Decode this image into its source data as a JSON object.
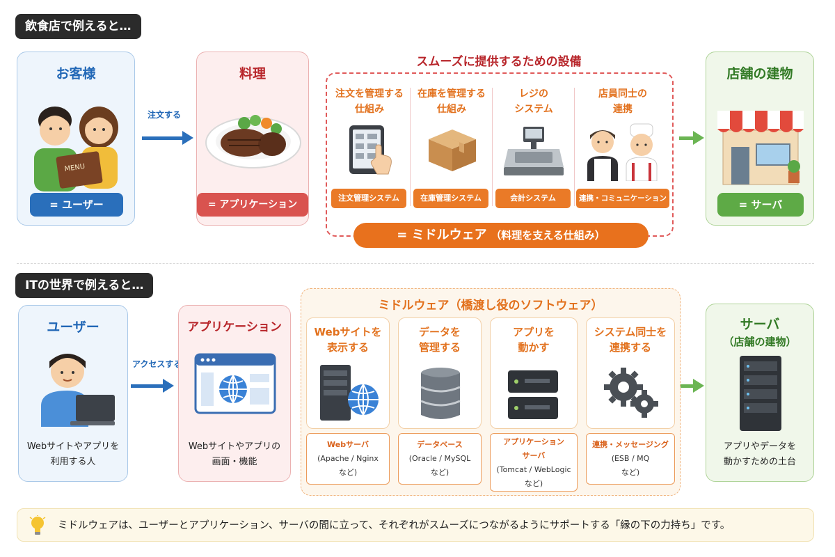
{
  "top": {
    "section_label": "飲食店で例えると…",
    "customer": {
      "title": "お客様",
      "pill": "= ユーザー",
      "menu_text": "MENU"
    },
    "order_label": "注文する",
    "dish": {
      "title": "料理",
      "pill": "= アプリケーション"
    },
    "facility": {
      "title": "スムーズに提供するための設備",
      "items": [
        {
          "title_l1": "注文を管理する",
          "title_l2": "仕組み",
          "tag": "注文管理システム"
        },
        {
          "title_l1": "在庫を管理する",
          "title_l2": "仕組み",
          "tag": "在庫管理システム"
        },
        {
          "title_l1": "レジの",
          "title_l2": "システム",
          "tag": "会計システム"
        },
        {
          "title_l1": "店員同士の",
          "title_l2": "連携",
          "tag": "連携・コミュニケーション"
        }
      ],
      "banner": "= ミドルウェア",
      "banner_sub": "（料理を支える仕組み）"
    },
    "building": {
      "title": "店舗の建物",
      "pill": "= サーバ"
    }
  },
  "bottom": {
    "section_label": "ITの世界で例えると…",
    "user": {
      "title": "ユーザー",
      "desc_l1": "Webサイトやアプリを",
      "desc_l2": "利用する人"
    },
    "access_label": "アクセスする",
    "app": {
      "title": "アプリケーション",
      "desc_l1": "Webサイトやアプリの",
      "desc_l2": "画面・機能"
    },
    "middleware": {
      "title": "ミドルウェア（橋渡し役のソフトウェア）",
      "items": [
        {
          "title_l1": "Webサイトを",
          "title_l2": "表示する",
          "box_l1": "Webサーバ",
          "box_l2": "(Apache / Nginx",
          "box_l3": "など)"
        },
        {
          "title_l1": "データを",
          "title_l2": "管理する",
          "box_l1": "データベース",
          "box_l2": "(Oracle / MySQL",
          "box_l3": "など)"
        },
        {
          "title_l1": "アプリを",
          "title_l2": "動かす",
          "box_l1": "アプリケーション",
          "box_l2": "サーバ",
          "box_l3": "(Tomcat / WebLogic",
          "box_l4": "など)"
        },
        {
          "title_l1": "システム同士を",
          "title_l2": "連携する",
          "box_l1": "連携・メッセージング",
          "box_l2": "(ESB / MQ",
          "box_l3": "など)"
        }
      ]
    },
    "server": {
      "title": "サーバ",
      "subtitle": "（店舗の建物）",
      "desc_l1": "アプリやデータを",
      "desc_l2": "動かすための土台"
    }
  },
  "footer": {
    "note": "ミドルウェアは、ユーザーとアプリケーション、サーバの間に立って、それぞれがスムーズにつながるようにサポートする「縁の下の力持ち」です。"
  },
  "colors": {
    "blue": "#2167b6",
    "red": "#b8262b",
    "green": "#327a25",
    "orange": "#e2711d",
    "dark": "#2b2b2b"
  }
}
